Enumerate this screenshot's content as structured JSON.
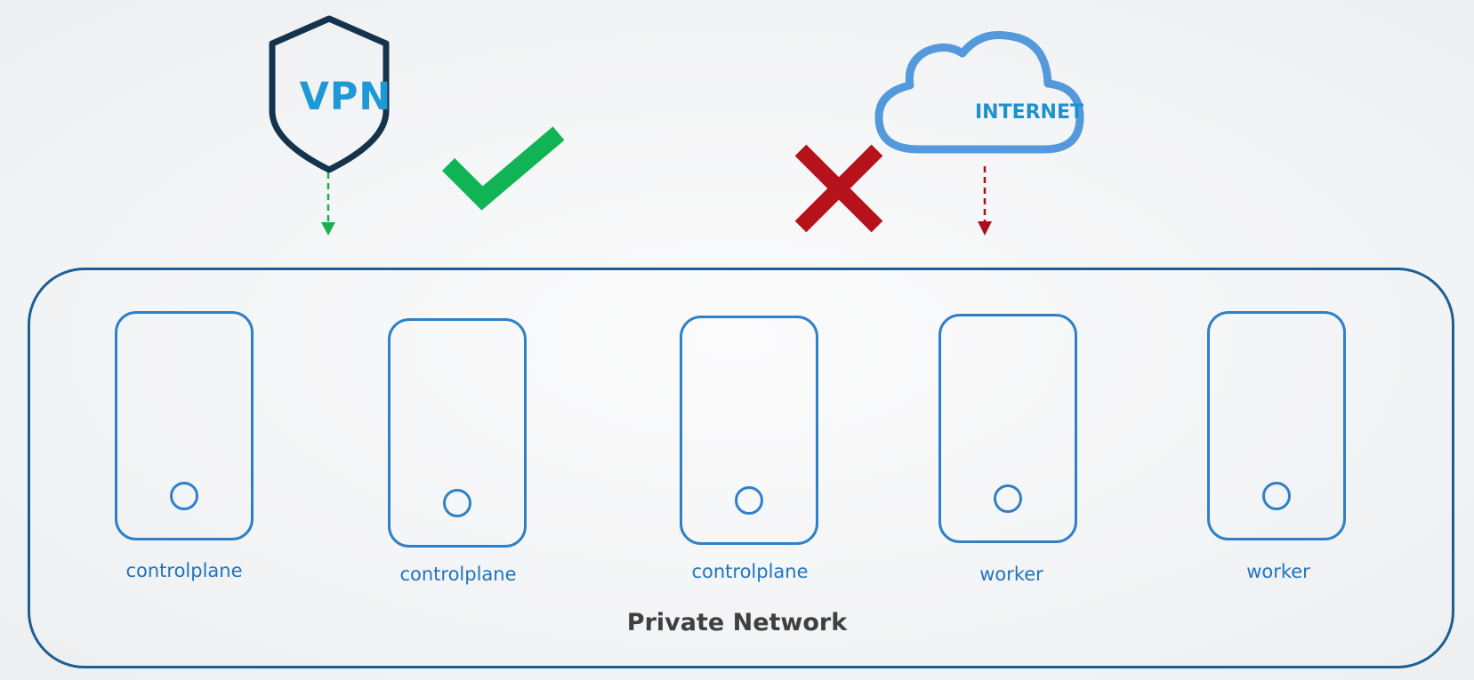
{
  "diagram": {
    "vpn": {
      "label": "VPN",
      "icon": "shield-icon",
      "status": "allowed",
      "arrow_color": "#1fae4f"
    },
    "internet": {
      "label": "INTERNET",
      "icon": "cloud-icon",
      "status": "blocked",
      "arrow_color": "#a8111c"
    },
    "allowed_mark": {
      "icon": "check-icon",
      "color": "#10b455"
    },
    "blocked_mark": {
      "icon": "x-icon",
      "color": "#b5121b"
    },
    "network": {
      "label": "Private Network",
      "border_color": "#1d5f94"
    },
    "nodes": [
      {
        "label": "controlplane"
      },
      {
        "label": "controlplane"
      },
      {
        "label": "controlplane"
      },
      {
        "label": "worker"
      },
      {
        "label": "worker"
      }
    ],
    "colors": {
      "node_border": "#2e80c9",
      "node_label": "#1f74bf",
      "shield_outline": "#14334d",
      "cloud_outline": "#5399dc"
    }
  }
}
